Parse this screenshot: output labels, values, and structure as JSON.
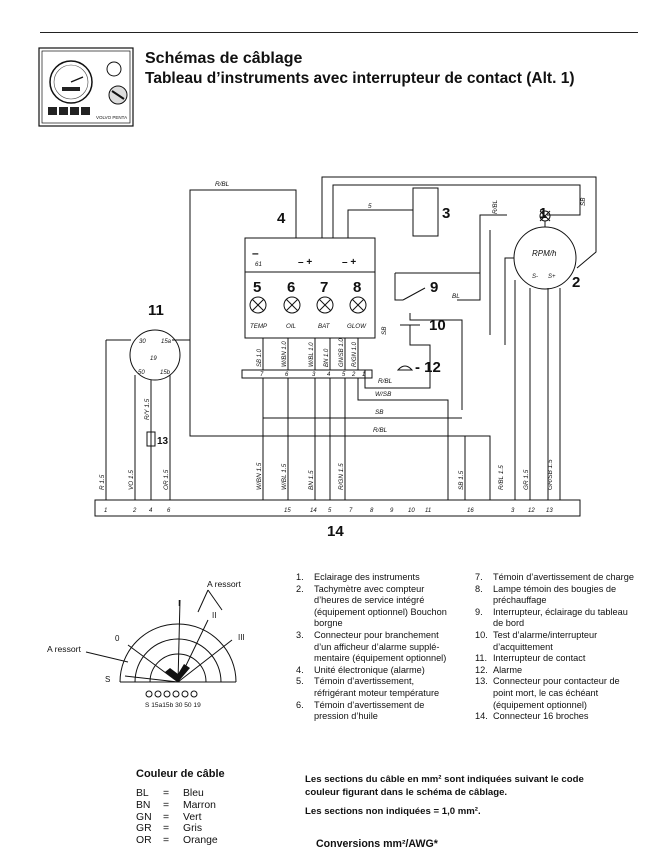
{
  "header": {
    "title": "Schémas de câblage",
    "subtitle": "Tableau d’instruments avec interrupteur de contact (Alt. 1)",
    "thumbnail_brand": "VOLVO PENTA"
  },
  "diagram": {
    "callouts": [
      "1",
      "2",
      "3",
      "4",
      "5",
      "6",
      "7",
      "8",
      "9",
      "10",
      "- 12",
      "11",
      "13",
      "14"
    ],
    "panel_markers": [
      "–",
      "– +",
      "– +",
      "61"
    ],
    "lamp_labels": [
      "TEMP",
      "OIL",
      "BAT",
      "GLOW"
    ],
    "rpm_label": "RPM/h",
    "sensor_labels": [
      "S-",
      "S+"
    ],
    "key_terms": [
      "30",
      "15a",
      "15b",
      "50",
      "19"
    ],
    "connector_pins": [
      "1",
      "2",
      "4",
      "6",
      "15",
      "14",
      "5",
      "7",
      "8",
      "9",
      "10",
      "11",
      "16",
      "3",
      "12",
      "13"
    ],
    "wire_labels": {
      "top": "R/BL",
      "w5": "5",
      "sb_right": "SB",
      "r_bl_right": "R/BL",
      "bl_9": "BL",
      "sb_10": "SB",
      "rbl_h1": "R/BL",
      "wsb_h": "W/SB",
      "sb_h": "SB",
      "rbl_h2": "R/BL"
    },
    "block_wires": [
      "SB 1.0",
      "W/BN 1.0",
      "W/BL 1.0",
      "BN 1.0",
      "GN/SB 1.0",
      "R/GN 1.0"
    ],
    "vertical_wires": [
      "R 1.5",
      "VO 1.5",
      "R/Y 1.5",
      "OR 1.5",
      "W/BN 1.5",
      "W/BL 1.5",
      "BN 1.5",
      "R/GN 1.5",
      "SB 1.5",
      "R/BL 1.5",
      "GR 1.5",
      "GR/SB 1.5"
    ],
    "block_pins": [
      "7",
      "6",
      "3",
      "4",
      "5",
      "2",
      "1"
    ]
  },
  "key_switch": {
    "left_label": "A ressort",
    "top_label": "A ressort",
    "positions": [
      "0",
      "I",
      "II",
      "III",
      "S"
    ],
    "terminals": "S 15a15b 30 50 19"
  },
  "legend": [
    {
      "n": "1.",
      "text": "Eclairage des instruments"
    },
    {
      "n": "2.",
      "text": "Tachymètre avec compteur d’heures de service intégré (équipement optionnel) Bouchon borgne"
    },
    {
      "n": "3.",
      "text": "Connecteur pour branchement d’un afficheur d’alarme supplé-mentaire (équipement optionnel)"
    },
    {
      "n": "4.",
      "text": "Unité électronique (alarme)"
    },
    {
      "n": "5.",
      "text": "Témoin d’avertissement, réfrigérant moteur température"
    },
    {
      "n": "6.",
      "text": "Témoin d’avertissement de pression d’huile"
    },
    {
      "n": "7.",
      "text": "Témoin d’avertissement de charge"
    },
    {
      "n": "8.",
      "text": "Lampe témoin des bougies de préchauffage"
    },
    {
      "n": "9.",
      "text": "Interrupteur, éclairage du tableau de bord"
    },
    {
      "n": "10.",
      "text": "Test d’alarme/interrupteur d’acquittement"
    },
    {
      "n": "11.",
      "text": "Interrupteur de contact"
    },
    {
      "n": "12.",
      "text": "Alarme"
    },
    {
      "n": "13.",
      "text": "Connecteur pour contacteur de point mort, le cas échéant (équipement optionnel)"
    },
    {
      "n": "14.",
      "text": "Connecteur 16 broches"
    }
  ],
  "cable_colors": {
    "heading": "Couleur de câble",
    "rows": [
      {
        "code": "BL",
        "eq": "=",
        "name": "Bleu"
      },
      {
        "code": "BN",
        "eq": "=",
        "name": "Marron"
      },
      {
        "code": "GN",
        "eq": "=",
        "name": "Vert"
      },
      {
        "code": "GR",
        "eq": "=",
        "name": "Gris"
      },
      {
        "code": "OR",
        "eq": "=",
        "name": "Orange"
      }
    ]
  },
  "notes": {
    "sections_1": "Les sections du câble en mm² sont indiquées suivant le code",
    "sections_2": "couleur figurant dans le schéma de câblage.",
    "sections_3": "Les sections non indiquées = 1,0 mm².",
    "conversions": "Conversions mm²/AWG*"
  }
}
